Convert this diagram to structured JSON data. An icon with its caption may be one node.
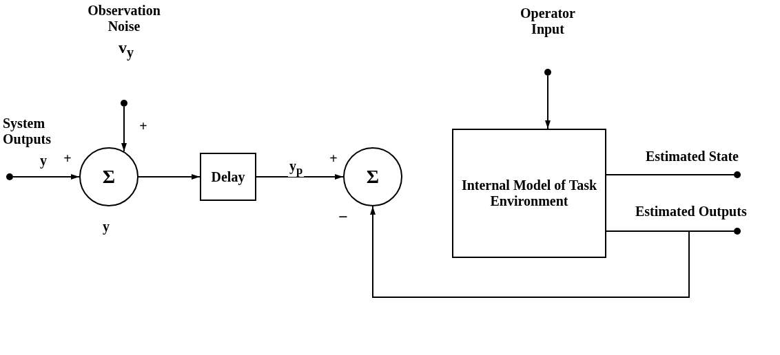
{
  "diagram": {
    "nodes": [
      {
        "text": [],
        "shape": "circle"
      },
      {
        "text": [],
        "shape": "circle"
      },
      {
        "text": [
          "Σ"
        ],
        "beside": [
          "y"
        ]
      },
      {
        "text": [
          "Delay"
        ]
      },
      {
        "text": [
          "Σ"
        ]
      },
      {
        "text": [],
        "shape": "circle"
      },
      {
        "text": [
          "Internal Model of Task Environment"
        ]
      },
      {
        "text": [],
        "shape": "circle"
      },
      {
        "text": [],
        "shape": "circle"
      }
    ],
    "edges": [
      {
        "from": 0,
        "to": 2,
        "arrow": "to"
      },
      {
        "from": 1,
        "to": 2,
        "arrow": "to",
        "label": "y"
      },
      {
        "from": 2,
        "to": 3,
        "arrow": "to"
      },
      {
        "from": 3,
        "to": 4,
        "arrow": "to",
        "label": "y$_{p}$"
      },
      {
        "from": 5,
        "to": 6,
        "arrow": "to"
      },
      {
        "from": 6,
        "to": 7,
        "arrow": "none",
        "label": "Estimated State"
      },
      {
        "from": 6,
        "to": 8,
        "arrow": "none",
        "label": "Estimated Outputs"
      },
      {
        "from": 6,
        "to": 4,
        "arrow": "to"
      }
    ],
    "labels": [
      "Observation Noise",
      "v$_{y}$",
      "Operator Input",
      "System Outputs",
      "+",
      "+",
      "+",
      "−"
    ]
  }
}
